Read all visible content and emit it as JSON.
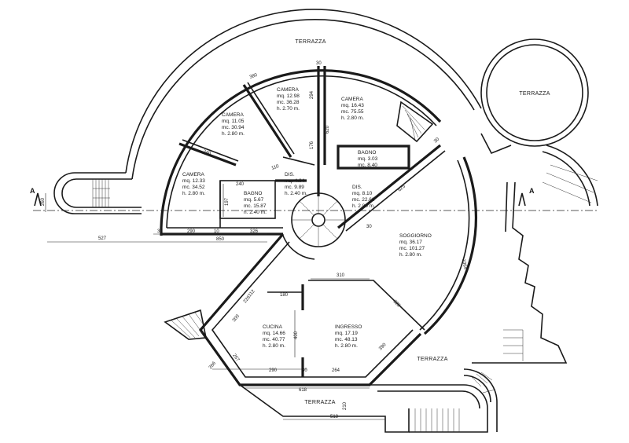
{
  "plan": {
    "section_marks": [
      "A",
      "A"
    ],
    "terraces": {
      "top": "TERRAZZA",
      "round": "TERRAZZA",
      "right": "TERRAZZA",
      "bottom": "TERRAZZA"
    },
    "rooms": {
      "camera_left": [
        "CAMERA",
        "mq. 12.33",
        "mc. 34.52",
        "h. 2.80 m."
      ],
      "camera_upper_left": [
        "CAMERA",
        "mq. 11.05",
        "mc. 30.94",
        "h. 2.80 m."
      ],
      "camera_top": [
        "CAMERA",
        "mq. 12.98",
        "mc. 36.28",
        "h. 2.70 m."
      ],
      "camera_right": [
        "CAMERA",
        "mq. 16.43",
        "mc. 75.55",
        "h. 2.80 m."
      ],
      "bagno_left": [
        "BAGNO",
        "mq. 5.67",
        "mc. 15.87",
        "h. 2.40 m."
      ],
      "dis_center": [
        "DIS.",
        "mq. 4.04",
        "mc. 9.89",
        "h. 2.40 m."
      ],
      "bagno_right": [
        "BAGNO",
        "mq. 3.03",
        "mc. 8.40"
      ],
      "dis_right": [
        "DIS.",
        "mq. 8.10",
        "mc. 22.68",
        "h. 2.80 m."
      ],
      "soggiorno": [
        "SOGGIORNO",
        "mq. 36.17",
        "mc. 101.27",
        "h. 2.80 m."
      ],
      "cucina": [
        "CUCINA",
        "mq. 14.66",
        "mc. 40.77",
        "h. 2.80 m."
      ],
      "ingresso": [
        "INGRESSO",
        "mq. 17.19",
        "mc. 48.13",
        "h. 2.80 m."
      ]
    },
    "dimensions": {
      "d260": "260",
      "d527": "527",
      "d30a": "30",
      "d290a": "290",
      "d10": "10",
      "d326": "326",
      "d850": "850",
      "d240a": "240",
      "d240b": "240",
      "d197": "197",
      "d110": "110",
      "d176": "176",
      "d620": "620",
      "d294": "294",
      "d30b": "30",
      "d30c": "30",
      "d625": "625",
      "d1064": "1064",
      "d310": "310",
      "d322": "322",
      "d180": "180",
      "d112": "112",
      "d226": "226",
      "d300": "300",
      "d400": "400",
      "d267": "267",
      "d290b": "290",
      "d30d": "30",
      "d264": "264",
      "d390": "390",
      "d266": "266",
      "d618": "618",
      "d210": "210",
      "d518": "518",
      "d30e": "30",
      "d380": "380"
    }
  }
}
